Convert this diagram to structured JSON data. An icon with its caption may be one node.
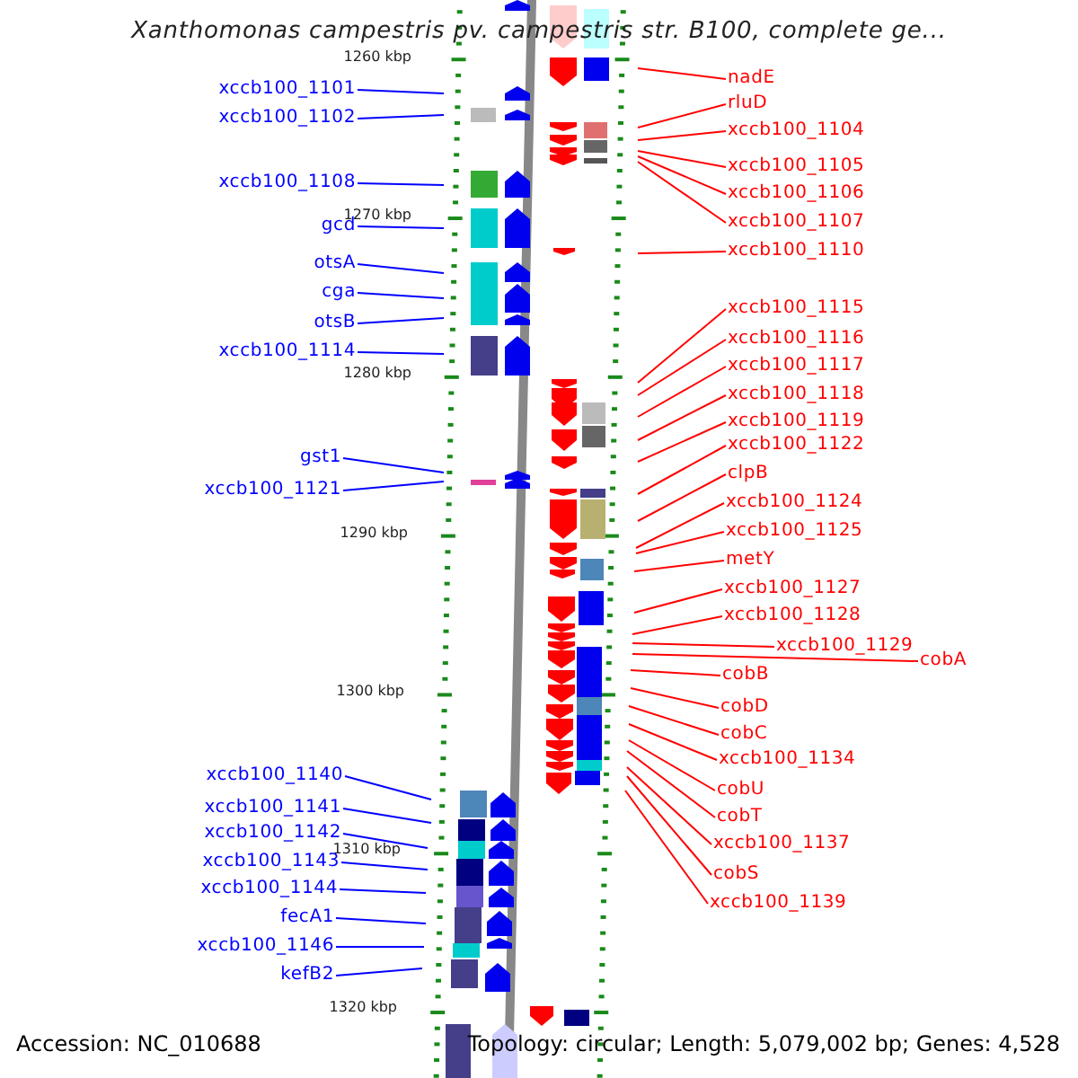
{
  "diagram": {
    "title": "Xanthomonas campestris pv. campestris str. B100, complete ge...",
    "nodes": [
      {
        "text": [
          "xccb100_1101"
        ]
      },
      {
        "text": [
          "xccb100_1102"
        ]
      },
      {
        "text": [
          "xccb100_1108"
        ]
      },
      {
        "text": [
          "gcd"
        ]
      },
      {
        "text": [
          "otsA"
        ]
      },
      {
        "text": [
          "cga"
        ]
      },
      {
        "text": [
          "otsB"
        ]
      },
      {
        "text": [
          "xccb100_1114"
        ]
      },
      {
        "text": [
          "gst1"
        ]
      },
      {
        "text": [
          "xccb100_1121"
        ]
      },
      {
        "text": [
          "xccb100_1140"
        ]
      },
      {
        "text": [
          "xccb100_1141"
        ]
      },
      {
        "text": [
          "xccb100_1142"
        ]
      },
      {
        "text": [
          "xccb100_1143"
        ]
      },
      {
        "text": [
          "xccb100_1144"
        ]
      },
      {
        "text": [
          "fecA1"
        ]
      },
      {
        "text": [
          "xccb100_1146"
        ]
      },
      {
        "text": [
          "kefB2"
        ]
      },
      {
        "text": [
          "nadE"
        ]
      },
      {
        "text": [
          "rluD"
        ]
      },
      {
        "text": [
          "xccb100_1104"
        ]
      },
      {
        "text": [
          "xccb100_1105"
        ]
      },
      {
        "text": [
          "xccb100_1106"
        ]
      },
      {
        "text": [
          "xccb100_1107"
        ]
      },
      {
        "text": [
          "xccb100_1110"
        ]
      },
      {
        "text": [
          "xccb100_1115"
        ]
      },
      {
        "text": [
          "xccb100_1116"
        ]
      },
      {
        "text": [
          "xccb100_1117"
        ]
      },
      {
        "text": [
          "xccb100_1118"
        ]
      },
      {
        "text": [
          "xccb100_1119"
        ]
      },
      {
        "text": [
          "xccb100_1122"
        ]
      },
      {
        "text": [
          "clpB"
        ]
      },
      {
        "text": [
          "xccb100_1124"
        ]
      },
      {
        "text": [
          "xccb100_1125"
        ]
      },
      {
        "text": [
          "metY"
        ]
      },
      {
        "text": [
          "xccb100_1127"
        ]
      },
      {
        "text": [
          "xccb100_1128"
        ]
      },
      {
        "text": [
          "xccb100_1129"
        ]
      },
      {
        "text": [
          "cobA"
        ]
      },
      {
        "text": [
          "cobB"
        ]
      },
      {
        "text": [
          "cobD"
        ]
      },
      {
        "text": [
          "cobC"
        ]
      },
      {
        "text": [
          "xccb100_1134"
        ]
      },
      {
        "text": [
          "cobU"
        ]
      },
      {
        "text": [
          "cobT"
        ]
      },
      {
        "text": [
          "xccb100_1137"
        ]
      },
      {
        "text": [
          "cobS"
        ]
      },
      {
        "text": [
          "xccb100_1139"
        ]
      }
    ],
    "edges": [
      {
        "from": 0,
        "to": null,
        "arrow": "none",
        "color": "#0000ff"
      },
      {
        "from": 1,
        "to": null,
        "arrow": "none",
        "color": "#0000ff"
      },
      {
        "from": 2,
        "to": null,
        "arrow": "none",
        "color": "#0000ff"
      },
      {
        "from": 3,
        "to": null,
        "arrow": "none",
        "color": "#0000ff"
      },
      {
        "from": 4,
        "to": null,
        "arrow": "none",
        "color": "#0000ff"
      },
      {
        "from": 5,
        "to": null,
        "arrow": "none",
        "color": "#0000ff"
      },
      {
        "from": 6,
        "to": null,
        "arrow": "none",
        "color": "#0000ff"
      },
      {
        "from": 7,
        "to": null,
        "arrow": "none",
        "color": "#0000ff"
      },
      {
        "from": 8,
        "to": null,
        "arrow": "none",
        "color": "#0000ff"
      },
      {
        "from": 9,
        "to": null,
        "arrow": "none",
        "color": "#0000ff"
      },
      {
        "from": 10,
        "to": null,
        "arrow": "none",
        "color": "#0000ff"
      },
      {
        "from": 11,
        "to": null,
        "arrow": "none",
        "color": "#0000ff"
      },
      {
        "from": 12,
        "to": null,
        "arrow": "none",
        "color": "#0000ff"
      },
      {
        "from": 13,
        "to": null,
        "arrow": "none",
        "color": "#0000ff"
      },
      {
        "from": 14,
        "to": null,
        "arrow": "none",
        "color": "#0000ff"
      },
      {
        "from": 15,
        "to": null,
        "arrow": "none",
        "color": "#0000ff"
      },
      {
        "from": 16,
        "to": null,
        "arrow": "none",
        "color": "#0000ff"
      },
      {
        "from": 17,
        "to": null,
        "arrow": "none",
        "color": "#0000ff"
      },
      {
        "from": 18,
        "to": null,
        "arrow": "none"
      },
      {
        "from": 19,
        "to": null,
        "arrow": "none"
      },
      {
        "from": 20,
        "to": null,
        "arrow": "none"
      },
      {
        "from": 21,
        "to": null,
        "arrow": "none"
      },
      {
        "from": 22,
        "to": null,
        "arrow": "none"
      },
      {
        "from": 23,
        "to": null,
        "arrow": "none"
      },
      {
        "from": 24,
        "to": null,
        "arrow": "none"
      },
      {
        "from": 25,
        "to": null,
        "arrow": "none"
      },
      {
        "from": 26,
        "to": null,
        "arrow": "none"
      },
      {
        "from": 27,
        "to": null,
        "arrow": "none"
      },
      {
        "from": 28,
        "to": null,
        "arrow": "none"
      },
      {
        "from": 29,
        "to": null,
        "arrow": "none"
      },
      {
        "from": 30,
        "to": null,
        "arrow": "none"
      },
      {
        "from": 31,
        "to": null,
        "arrow": "none"
      },
      {
        "from": 32,
        "to": null,
        "arrow": "none"
      },
      {
        "from": 33,
        "to": null,
        "arrow": "none"
      },
      {
        "from": 34,
        "to": null,
        "arrow": "none"
      },
      {
        "from": 35,
        "to": null,
        "arrow": "none"
      },
      {
        "from": 36,
        "to": null,
        "arrow": "none"
      },
      {
        "from": 37,
        "to": null,
        "arrow": "none"
      },
      {
        "from": 38,
        "to": null,
        "arrow": "none"
      },
      {
        "from": 39,
        "to": null,
        "arrow": "none"
      },
      {
        "from": 40,
        "to": null,
        "arrow": "none"
      },
      {
        "from": 41,
        "to": null,
        "arrow": "none"
      },
      {
        "from": 42,
        "to": null,
        "arrow": "none"
      },
      {
        "from": 43,
        "to": null,
        "arrow": "none"
      },
      {
        "from": 44,
        "to": null,
        "arrow": "none"
      },
      {
        "from": 45,
        "to": null,
        "arrow": "none"
      },
      {
        "from": 46,
        "to": null,
        "arrow": "none"
      },
      {
        "from": 47,
        "to": null,
        "arrow": "none"
      }
    ],
    "labels": [
      "1260 kbp",
      "1270 kbp",
      "1280 kbp",
      "1290 kbp",
      "1300 kbp",
      "1310 kbp",
      "1320 kbp",
      "Accession: NC_010688",
      "Topology: circular; Length: 5,079,002 bp; Genes: 4,528"
    ]
  }
}
